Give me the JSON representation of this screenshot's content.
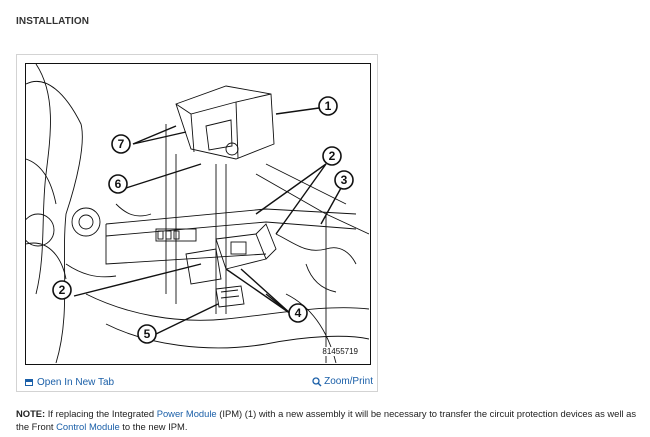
{
  "heading": "INSTALLATION",
  "figure": {
    "callouts": [
      "1",
      "2",
      "3",
      "4",
      "5",
      "6",
      "7"
    ],
    "figure_id": "81455719"
  },
  "footer": {
    "open_tab_label": "Open In New Tab",
    "zoom_label": "Zoom/Print",
    "open_tab_icon": "new-tab-icon",
    "zoom_icon": "magnifier-icon",
    "link_color": "#1a5fa8"
  },
  "note": {
    "label": "NOTE:",
    "text_1": " If replacing the Integrated ",
    "link_1": "Power Module",
    "text_2": " (IPM) (1) with a new assembly it will be necessary to transfer the circuit protection devices as well as the Front ",
    "link_2": "Control Module",
    "text_3": " to the new IPM."
  }
}
